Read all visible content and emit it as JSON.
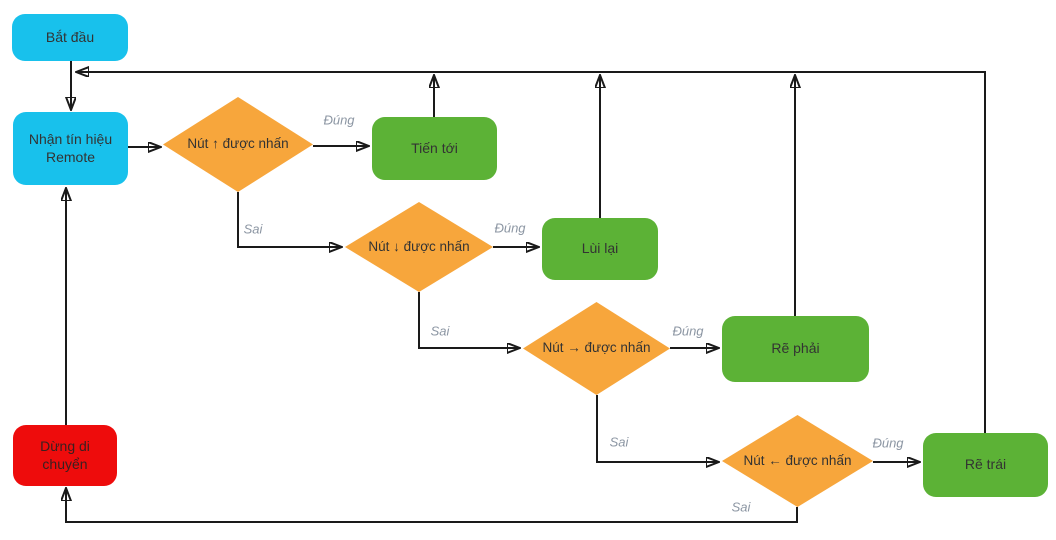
{
  "diagram": {
    "type": "flowchart",
    "language": "vi",
    "nodes": {
      "start": {
        "label": "Bắt đầu",
        "shape": "rounded",
        "color": "#18C1EC"
      },
      "receive": {
        "label": "Nhận tín hiệu Remote",
        "shape": "rounded",
        "color": "#18C1EC"
      },
      "d_up": {
        "label": "Nút ↑ được nhấn",
        "shape": "diamond",
        "color": "#F7A63C"
      },
      "d_down": {
        "label": "Nút ↓ được nhấn",
        "shape": "diamond",
        "color": "#F7A63C"
      },
      "d_right": {
        "label": "Nút → được nhấn",
        "shape": "diamond",
        "color": "#F7A63C"
      },
      "d_left": {
        "label": "Nút ← được nhấn",
        "shape": "diamond",
        "color": "#F7A63C"
      },
      "forward": {
        "label": "Tiến tới",
        "shape": "rounded",
        "color": "#5CB236"
      },
      "backward": {
        "label": "Lùi lại",
        "shape": "rounded",
        "color": "#5CB236"
      },
      "turn_right": {
        "label": "Rẽ phải",
        "shape": "rounded",
        "color": "#5CB236"
      },
      "turn_left": {
        "label": "Rẽ trái",
        "shape": "rounded",
        "color": "#5CB236"
      },
      "stop": {
        "label": "Dừng di chuyển",
        "shape": "rounded",
        "color": "#EE0C0C"
      }
    },
    "edge_labels": {
      "yes": "Đúng",
      "no": "Sai"
    },
    "edges": [
      {
        "from": "start",
        "to": "receive",
        "label": ""
      },
      {
        "from": "receive",
        "to": "d_up",
        "label": ""
      },
      {
        "from": "d_up",
        "to": "forward",
        "label": "Đúng"
      },
      {
        "from": "d_up",
        "to": "d_down",
        "label": "Sai"
      },
      {
        "from": "d_down",
        "to": "backward",
        "label": "Đúng"
      },
      {
        "from": "d_down",
        "to": "d_right",
        "label": "Sai"
      },
      {
        "from": "d_right",
        "to": "turn_right",
        "label": "Đúng"
      },
      {
        "from": "d_right",
        "to": "d_left",
        "label": "Sai"
      },
      {
        "from": "d_left",
        "to": "turn_left",
        "label": "Đúng"
      },
      {
        "from": "d_left",
        "to": "stop",
        "label": "Sai"
      },
      {
        "from": "forward",
        "to": "receive",
        "label": ""
      },
      {
        "from": "backward",
        "to": "receive",
        "label": ""
      },
      {
        "from": "turn_right",
        "to": "receive",
        "label": ""
      },
      {
        "from": "turn_left",
        "to": "receive",
        "label": ""
      },
      {
        "from": "stop",
        "to": "receive",
        "label": ""
      }
    ],
    "colors": {
      "terminal_cyan": "#18C1EC",
      "decision_orange": "#F7A63C",
      "action_green": "#5CB236",
      "stop_red": "#EE0C0C",
      "connector_black": "#1a1a1a",
      "edge_label_gray": "#8C96A3"
    }
  }
}
